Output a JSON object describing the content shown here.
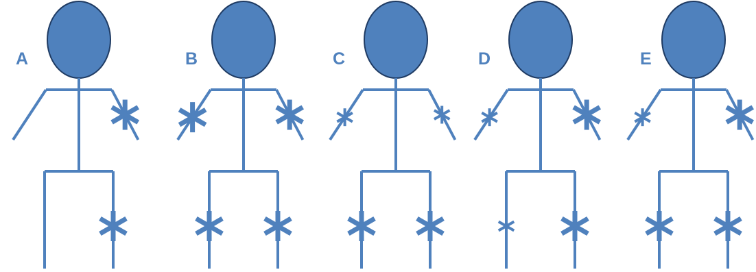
{
  "colors": {
    "stroke": "#4f81bd",
    "head_fill": "#4f81bd",
    "head_outline": "#1f3b63",
    "label": "#4f81bd",
    "background": "#ffffff"
  },
  "figures": [
    {
      "label": "A",
      "stars": [
        {
          "position": "right-arm",
          "size": "large"
        },
        {
          "position": "right-leg",
          "size": "large"
        }
      ]
    },
    {
      "label": "B",
      "stars": [
        {
          "position": "left-arm",
          "size": "large"
        },
        {
          "position": "right-arm",
          "size": "large"
        },
        {
          "position": "left-leg",
          "size": "large"
        },
        {
          "position": "right-leg",
          "size": "large"
        }
      ]
    },
    {
      "label": "C",
      "stars": [
        {
          "position": "left-arm",
          "size": "small"
        },
        {
          "position": "right-arm",
          "size": "small"
        },
        {
          "position": "left-leg",
          "size": "large"
        },
        {
          "position": "right-leg",
          "size": "large"
        }
      ]
    },
    {
      "label": "D",
      "stars": [
        {
          "position": "left-arm",
          "size": "small"
        },
        {
          "position": "right-arm",
          "size": "large"
        },
        {
          "position": "left-leg",
          "size": "small"
        },
        {
          "position": "right-leg",
          "size": "large"
        }
      ]
    },
    {
      "label": "E",
      "stars": [
        {
          "position": "left-arm",
          "size": "small"
        },
        {
          "position": "right-arm",
          "size": "large"
        },
        {
          "position": "left-leg",
          "size": "large"
        },
        {
          "position": "right-leg",
          "size": "large"
        }
      ]
    }
  ]
}
